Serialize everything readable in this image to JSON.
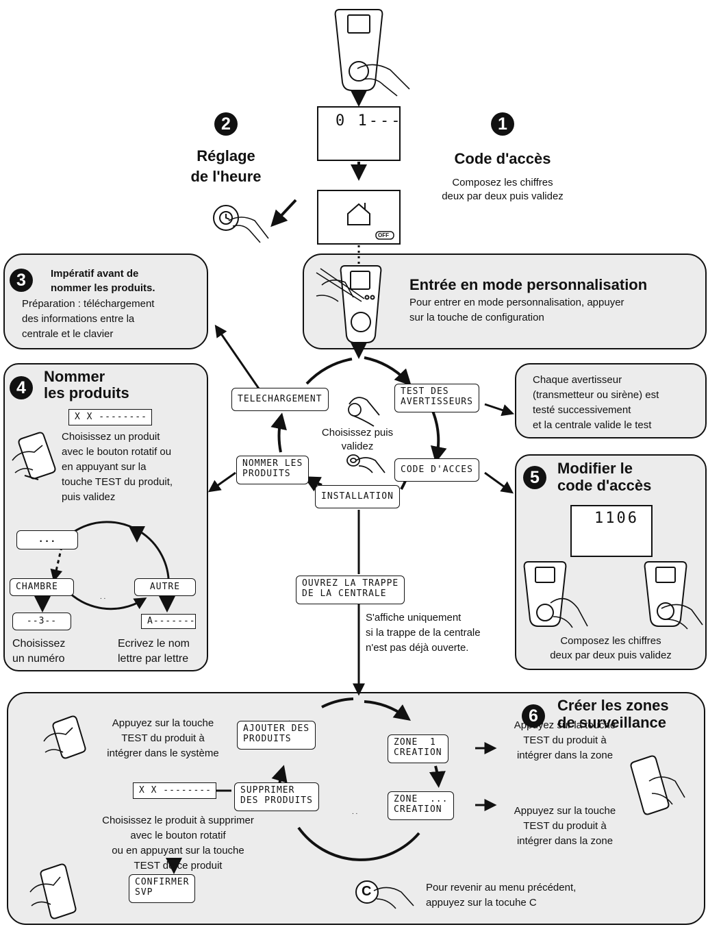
{
  "step1": {
    "number": "1",
    "title": "Code d'accès",
    "desc_line1": "Composez les chiffres",
    "desc_line2": "deux par deux puis validez"
  },
  "step2": {
    "number": "2",
    "title_line1": "Réglage",
    "title_line2": "de l'heure"
  },
  "step3": {
    "number": "3",
    "title_line1": "Impératif avant de",
    "title_line2": "nommer les produits.",
    "desc_line1": "Préparation : téléchargement",
    "desc_line2": "des informations entre la",
    "desc_line3": "centrale et le clavier"
  },
  "step4": {
    "number": "4",
    "title_line1": "Nommer",
    "title_line2": "les produits",
    "display": "X X --------",
    "desc_line1": "Choisissez un produit",
    "desc_line2": "avec le bouton rotatif ou",
    "desc_line3": "en appuyant sur la",
    "desc_line4": "touche TEST du produit,",
    "desc_line5": "puis validez",
    "lcd_ellipsis": "...",
    "lcd_chambre": "CHAMBRE",
    "lcd_autre": "AUTRE",
    "lcd_numero": "--3--",
    "lcd_name": "A-------",
    "caption_left_1": "Choisissez",
    "caption_left_2": "un numéro",
    "caption_right_1": "Ecrivez le nom",
    "caption_right_2": "lettre par lettre",
    "dots": ". ."
  },
  "step5": {
    "number": "5",
    "title_line1": "Modifier le",
    "title_line2": "code d'accès",
    "display": "1106",
    "desc_line1": "Composez les chiffres",
    "desc_line2": "deux par deux puis validez"
  },
  "step6": {
    "number": "6",
    "title_line1": "Créer les zones",
    "title_line2": "de surveillance",
    "lcd_ajouter": "AJOUTER DES\nPRODUITS",
    "lcd_supprimer": "SUPPRIMER\nDES PRODUITS",
    "lcd_zone1": "ZONE  1\nCREATION",
    "lcd_zonen": "ZONE  ...\nCREATION",
    "lcd_confirmer": "CONFIRMER\nSVP",
    "display": "X X --------",
    "ajouter_line1": "Appuyez sur la touche",
    "ajouter_line2": "TEST du produit à",
    "ajouter_line3": "intégrer dans le système",
    "zone1_line1": "Appuyez sur la touche",
    "zone1_line2": "TEST du produit à",
    "zone1_line3": "intégrer dans la zone",
    "zonen_line1": "Appuyez sur la touche",
    "zonen_line2": "TEST du produit à",
    "zonen_line3": "intégrer dans la zone",
    "suppr_line1": "Choisissez le produit à supprimer",
    "suppr_line2": "avec le bouton rotatif",
    "suppr_line3": "ou en appuyant sur la touche",
    "suppr_line4": "TEST de ce produit",
    "c_line1": "Pour revenir au menu précédent,",
    "c_line2": "appuyez sur la tocuhe C",
    "c_key": "C",
    "dots": ". ."
  },
  "mode": {
    "title": "Entrée en mode personnalisation",
    "desc_line1": "Pour entrer en mode personnalisation, appuyer",
    "desc_line2": "sur la touche de configuration"
  },
  "top": {
    "lcd_code": "0 1---",
    "off_label": "OFF"
  },
  "cycle": {
    "lcd_telechargement": "TELECHARGEMENT",
    "lcd_test": "TEST DES\nAVERTISSEURS",
    "lcd_code": "CODE D'ACCES",
    "lcd_nommer": "NOMMER LES\nPRODUITS",
    "lcd_installation": "INSTALLATION",
    "center_line1": "Choisissez puis",
    "center_line2": "validez"
  },
  "warn": {
    "line1": "Chaque avertisseur",
    "line2": "(transmetteur ou sirène) est",
    "line3": "testé successivement",
    "line4": "et la centrale valide le test"
  },
  "install": {
    "lcd_trappe": "OUVREZ LA TRAPPE\nDE LA CENTRALE",
    "line1": "S'affiche uniquement",
    "line2": "si la trappe de la centrale",
    "line3": "n'est pas déjà ouverte."
  }
}
